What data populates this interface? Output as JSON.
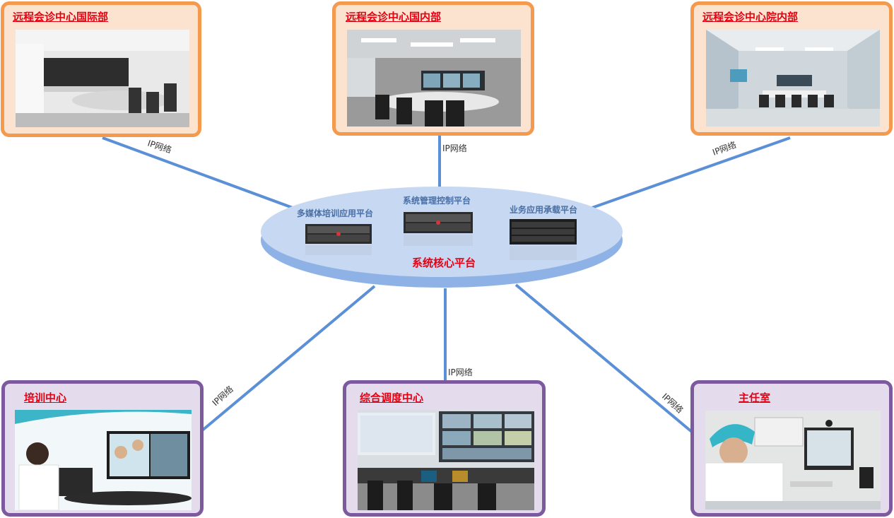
{
  "core": {
    "title": "系统核心平台",
    "servers": [
      {
        "label": "多媒体培训应用平台",
        "icon": "rack-server-icon"
      },
      {
        "label": "系统管理控制平台",
        "icon": "rack-server-icon"
      },
      {
        "label": "业务应用承载平台",
        "icon": "storage-server-icon"
      }
    ]
  },
  "network_label": "IP网络",
  "nodes": [
    {
      "title": "远程会诊中心国际部",
      "image": "conference-room-photo",
      "color": "#f39a4e"
    },
    {
      "title": "远程会诊中心国内部",
      "image": "conference-room-photo",
      "color": "#f39a4e"
    },
    {
      "title": "远程会诊中心院内部",
      "image": "conference-room-photo",
      "color": "#f39a4e"
    },
    {
      "title": "培训中心",
      "image": "training-video-call-photo",
      "color": "#7d5a9e"
    },
    {
      "title": "综合调度中心",
      "image": "control-room-photo",
      "color": "#7d5a9e"
    },
    {
      "title": "主任室",
      "image": "doctor-video-call-photo",
      "color": "#7d5a9e"
    }
  ],
  "colors": {
    "link": "#5b8fd6",
    "title_red": "#e60012",
    "platform": "#b7cdee"
  }
}
